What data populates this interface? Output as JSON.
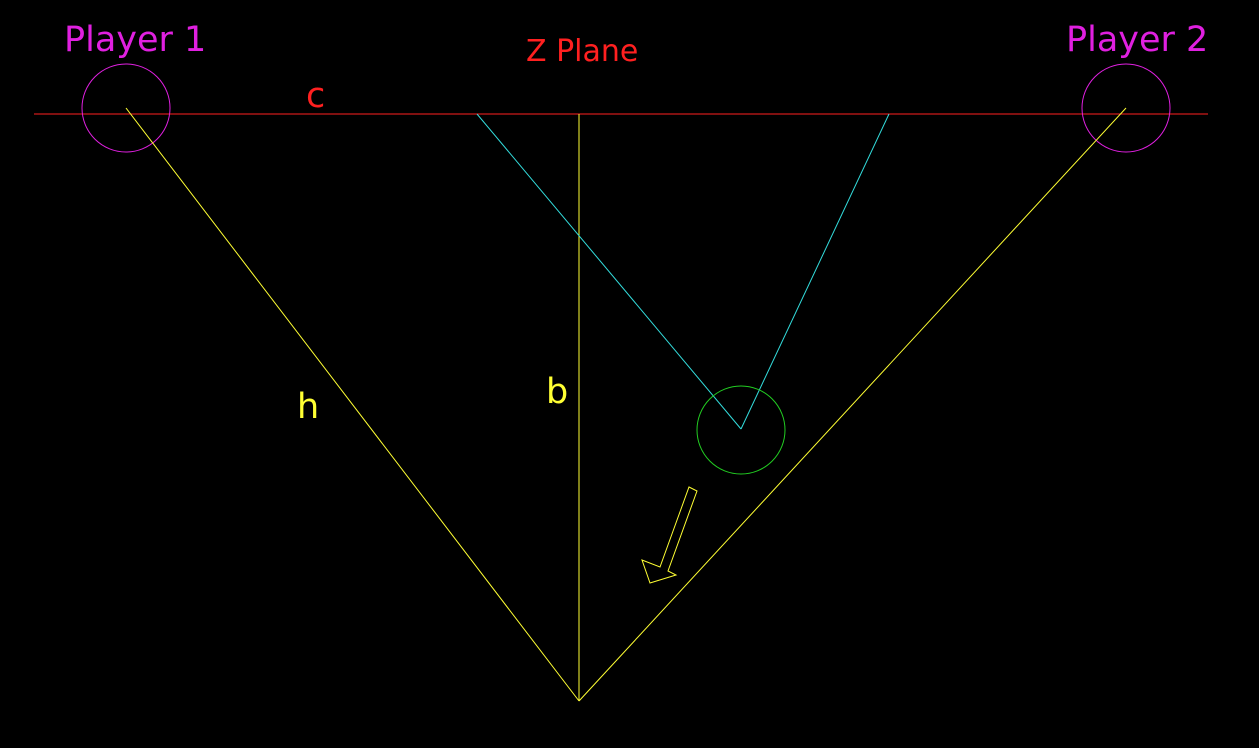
{
  "labels": {
    "player1": "Player 1",
    "player2": "Player 2",
    "plane": "Z Plane",
    "c": "c",
    "h": "h",
    "b": "b"
  },
  "colors": {
    "background": "#000000",
    "player": "#e020e0",
    "plane": "#ff2020",
    "geometry": "#ffff33",
    "reflection": "#33dddd",
    "ball": "#22cc22",
    "arrow": "#ffff33"
  },
  "icons": {
    "arrow": "arrow-down-left-icon"
  }
}
